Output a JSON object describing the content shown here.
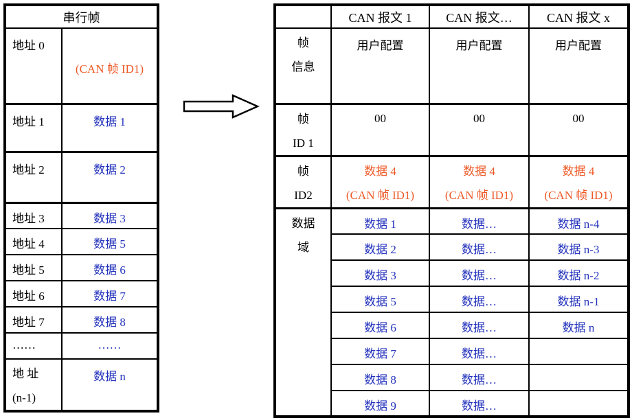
{
  "colors": {
    "orange": "#ed5a28",
    "blue": "#2433bc",
    "line": "#000000"
  },
  "left_table": {
    "title": "串行帧",
    "rows": [
      {
        "label": "地址 0",
        "value": "(CAN 帧 ID1)"
      },
      {
        "label": "地址 1",
        "value": "数据 1"
      },
      {
        "label": "地址 2",
        "value": "数据 2"
      },
      {
        "label": "地址 3",
        "value": "数据 3"
      },
      {
        "label": "地址 4",
        "value": "数据 5"
      },
      {
        "label": "地址 5",
        "value": "数据 6"
      },
      {
        "label": "地址 6",
        "value": "数据 7"
      },
      {
        "label": "地址 7",
        "value": "数据 8"
      },
      {
        "label": "……",
        "value": "……"
      },
      {
        "label_line1": "地 址",
        "label_line2": "(n-1)",
        "value": "数据 n"
      }
    ]
  },
  "arrow": {
    "meaning": "maps-to"
  },
  "right_table": {
    "header": {
      "col1": "CAN 报文 1",
      "col2": "CAN 报文…",
      "col3": "CAN 报文 x"
    },
    "frame_info": {
      "label_line1": "帧",
      "label_line2": "信息",
      "c1": "用户配置",
      "c2": "用户配置",
      "c3": "用户配置"
    },
    "frame_id1": {
      "label_line1": "帧",
      "label_line2": "ID 1",
      "c1": "00",
      "c2": "00",
      "c3": "00"
    },
    "frame_id2": {
      "label_line1": "帧",
      "label_line2": "ID2",
      "c1_line1": "数据 4",
      "c1_line2": "(CAN 帧 ID1)",
      "c2_line1": "数据 4",
      "c2_line2": "(CAN 帧 ID1)",
      "c3_line1": "数据 4",
      "c3_line2": "(CAN 帧 ID1)"
    },
    "data_field": {
      "label_line1": "数据",
      "label_line2": "域",
      "rows": [
        {
          "c1": "数据 1",
          "c2": "数据…",
          "c3": "数据 n-4"
        },
        {
          "c1": "数据 2",
          "c2": "数据…",
          "c3": "数据 n-3"
        },
        {
          "c1": "数据 3",
          "c2": "数据…",
          "c3": "数据 n-2"
        },
        {
          "c1": "数据 5",
          "c2": "数据…",
          "c3": "数据 n-1"
        },
        {
          "c1": "数据 6",
          "c2": "数据…",
          "c3": "数据 n"
        },
        {
          "c1": "数据 7",
          "c2": "数据…",
          "c3": ""
        },
        {
          "c1": "数据 8",
          "c2": "数据…",
          "c3": ""
        },
        {
          "c1": "数据 9",
          "c2": "数据…",
          "c3": ""
        }
      ]
    }
  }
}
